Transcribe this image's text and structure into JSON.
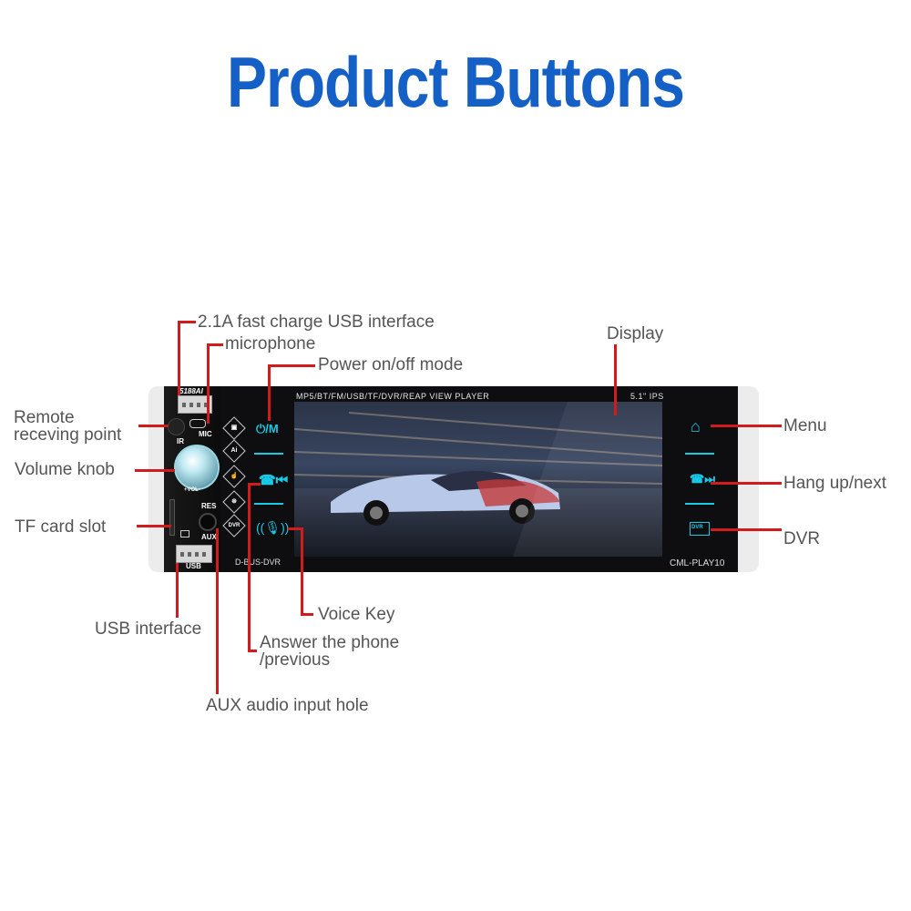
{
  "title": "Product Buttons",
  "device": {
    "model_label": "5188AI",
    "ir_label": "IR",
    "mic_label": "MIC",
    "res_label": "RES",
    "aux_label": "AUX",
    "usb_label": "USB",
    "vol_label": "+VOL-",
    "top_bar": "MP5/BT/FM/USB/TF/DVR/REAP VIEW PLAYER",
    "screen_size": "5.1\" IPS",
    "bottom_left": "D-BUS-DVR",
    "bottom_right": "CML-PLAY10",
    "power_button": "⏻/M",
    "left_diamond_dvr": "DVR",
    "right_dvr": "DVR"
  },
  "labels": {
    "usb_fast_charge": "2.1A fast charge USB interface",
    "microphone": "microphone",
    "power": "Power on/off mode",
    "display": "Display",
    "remote_line1": "Remote",
    "remote_line2": "receving point",
    "volume": "Volume knob",
    "tf_card": "TF card slot",
    "usb_interface": "USB interface",
    "aux": "AUX audio input hole",
    "answer_line1": "Answer the phone",
    "answer_line2": "/previous",
    "voice": "Voice Key",
    "menu": "Menu",
    "hangup": "Hang up/next",
    "dvr": "DVR"
  },
  "colors": {
    "title": "#1560c6",
    "leader": "#d21c1c",
    "label": "#555555",
    "touch_glow": "#18c9e8"
  }
}
